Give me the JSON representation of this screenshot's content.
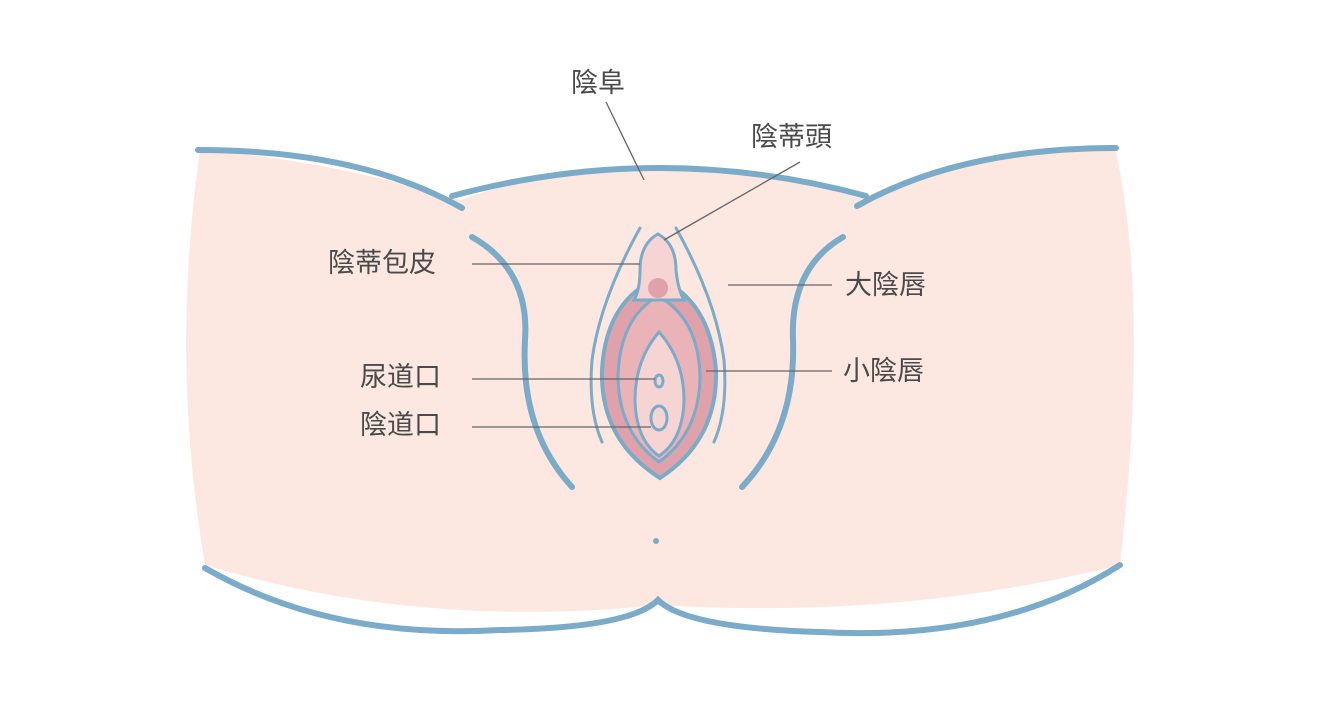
{
  "labels": {
    "mons_pubis": "陰阜",
    "clitoral_glans": "陰蒂頭",
    "clitoral_hood": "陰蒂包皮",
    "labia_majora": "大陰唇",
    "urethral_opening": "尿道口",
    "labia_minora": "小陰唇",
    "vaginal_opening": "陰道口"
  },
  "colors": {
    "skin": "#fce8e0",
    "outline": "#7aabc9",
    "inner_pink": "#dfa2aa",
    "light_pink": "#f7d4d4",
    "leader_line": "#666666",
    "text": "#4a4a4a"
  }
}
